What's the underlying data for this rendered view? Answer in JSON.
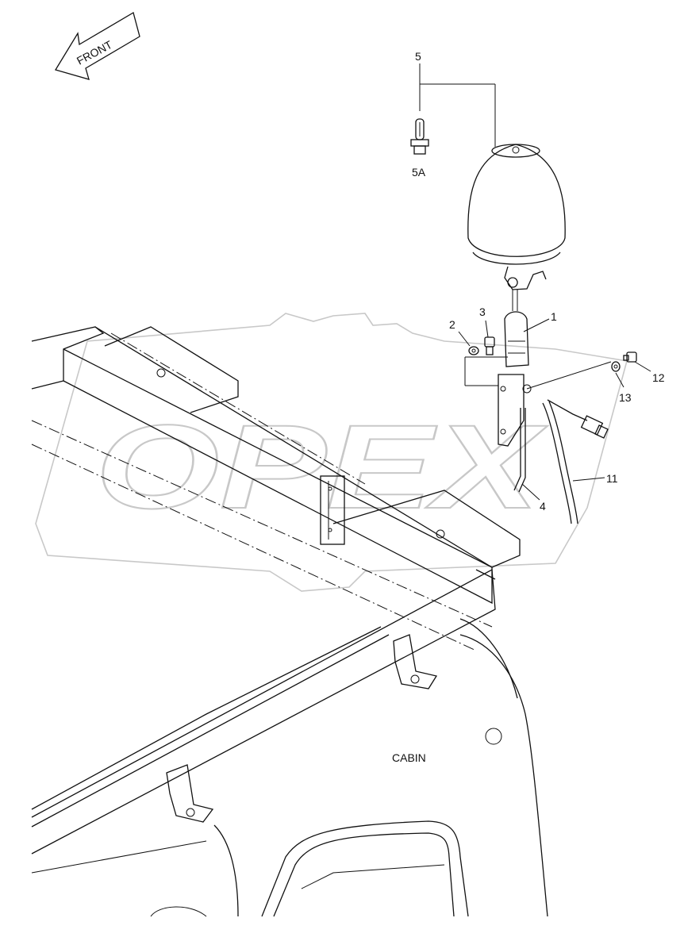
{
  "diagram": {
    "direction_label": "FRONT",
    "cabin_label": "CABIN",
    "watermark_text": "OPEX",
    "callouts": [
      "1",
      "2",
      "3",
      "4",
      "5",
      "5A",
      "11",
      "12",
      "13"
    ],
    "colors": {
      "line": "#111111",
      "watermark": "#c8c8c8",
      "background": "#ffffff"
    }
  }
}
